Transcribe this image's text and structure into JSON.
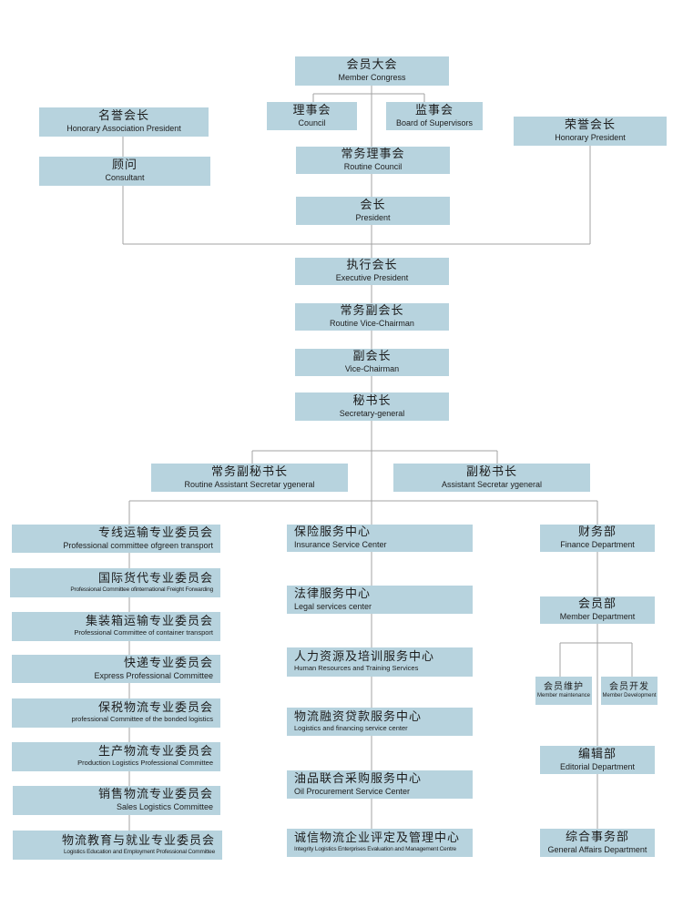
{
  "top": {
    "member_congress": {
      "zh": "会员大会",
      "en": "Member Congress"
    },
    "council": {
      "zh": "理事会",
      "en": "Council"
    },
    "supervisors": {
      "zh": "监事会",
      "en": "Board of Supervisors"
    },
    "routine_council": {
      "zh": "常务理事会",
      "en": "Routine Council"
    },
    "president": {
      "zh": "会长",
      "en": "President"
    },
    "honorary_assoc_president": {
      "zh": "名誉会长",
      "en": "Honorary Association President"
    },
    "consultant": {
      "zh": "顾问",
      "en": "Consultant"
    },
    "honorary_president": {
      "zh": "荣誉会长",
      "en": "Honorary President"
    }
  },
  "chain": {
    "executive_president": {
      "zh": "执行会长",
      "en": "Executive President"
    },
    "routine_vice_chairman": {
      "zh": "常务副会长",
      "en": "Routine Vice-Chairman"
    },
    "vice_chairman": {
      "zh": "副会长",
      "en": "Vice-Chairman"
    },
    "secretary_general": {
      "zh": "秘书长",
      "en": "Secretary-general"
    }
  },
  "assistants": {
    "routine_assistant": {
      "zh": "常务副秘书长",
      "en": "Routine Assistant Secretar ygeneral"
    },
    "assistant": {
      "zh": "副秘书长",
      "en": "Assistant Secretar ygeneral"
    }
  },
  "committees": [
    {
      "zh": "专线运输专业委员会",
      "en": "Professional committee ofgreen transport"
    },
    {
      "zh": "国际货代专业委员会",
      "en": "Professional Committee ofinternational Freight Forwarding"
    },
    {
      "zh": "集装箱运输专业委员会",
      "en": "Professional Committee of container transport"
    },
    {
      "zh": "快递专业委员会",
      "en": "Express Professional Committee"
    },
    {
      "zh": "保税物流专业委员会",
      "en": "professional Committee of the bonded logistics"
    },
    {
      "zh": "生产物流专业委员会",
      "en": "Production Logistics Professional Committee"
    },
    {
      "zh": "销售物流专业委员会",
      "en": "Sales Logistics Committee"
    },
    {
      "zh": "物流教育与就业专业委员会",
      "en": "Logistics Education and Employment Professional Committee"
    }
  ],
  "centers": [
    {
      "zh": "保险服务中心",
      "en": "Insurance Service Center"
    },
    {
      "zh": "法律服务中心",
      "en": "Legal services center"
    },
    {
      "zh": "人力资源及培训服务中心",
      "en": "Human Resources and Training Services"
    },
    {
      "zh": "物流融资贷款服务中心",
      "en": "Logistics and financing service center"
    },
    {
      "zh": "油品联合采购服务中心",
      "en": "Oil Procurement Service Center"
    },
    {
      "zh": "诚信物流企业评定及管理中心",
      "en": "Integrity Logistics Enterprises Evaluation and Management Centre"
    }
  ],
  "departments": {
    "finance": {
      "zh": "财务部",
      "en": "Finance Department"
    },
    "member": {
      "zh": "会员部",
      "en": "Member Department"
    },
    "member_maintenance": {
      "zh": "会员维护",
      "en": "Member maintenance"
    },
    "member_development": {
      "zh": "会员开发",
      "en": "Member Development"
    },
    "editorial": {
      "zh": "编辑部",
      "en": "Editorial Department"
    },
    "general_affairs": {
      "zh": "综合事务部",
      "en": "General Affairs Department"
    }
  },
  "colors": {
    "box": "#b7d3de",
    "line": "#a3a3a3",
    "text": "#1d1d1d"
  }
}
